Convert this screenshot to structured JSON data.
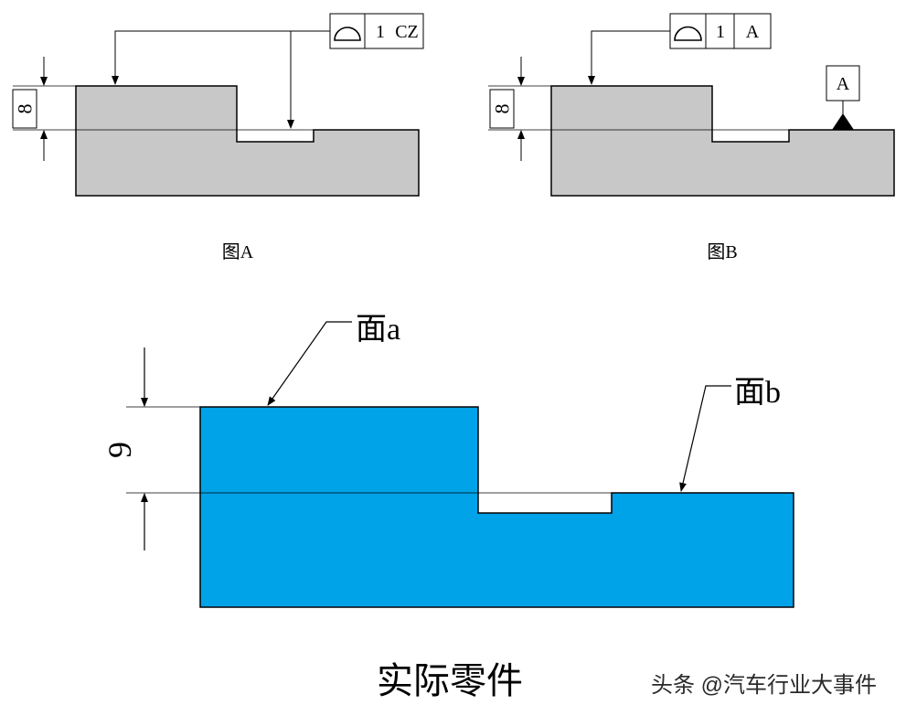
{
  "colors": {
    "part_gray": "#c8c8c8",
    "part_blue": "#00a2e8",
    "line": "#000000"
  },
  "figure_a": {
    "caption": "图A",
    "dimension": "8",
    "frame": {
      "symbol": "profile-of-surface-symbol",
      "tolerance": "1",
      "modifier": "CZ"
    }
  },
  "figure_b": {
    "caption": "图B",
    "dimension": "8",
    "frame": {
      "symbol": "profile-of-surface-symbol",
      "tolerance": "1",
      "datum": "A"
    },
    "datum_label": "A"
  },
  "actual_part": {
    "title": "实际零件",
    "dimension": "9",
    "surface_a": "面a",
    "surface_b": "面b"
  },
  "watermark": "头条 @汽车行业大事件"
}
